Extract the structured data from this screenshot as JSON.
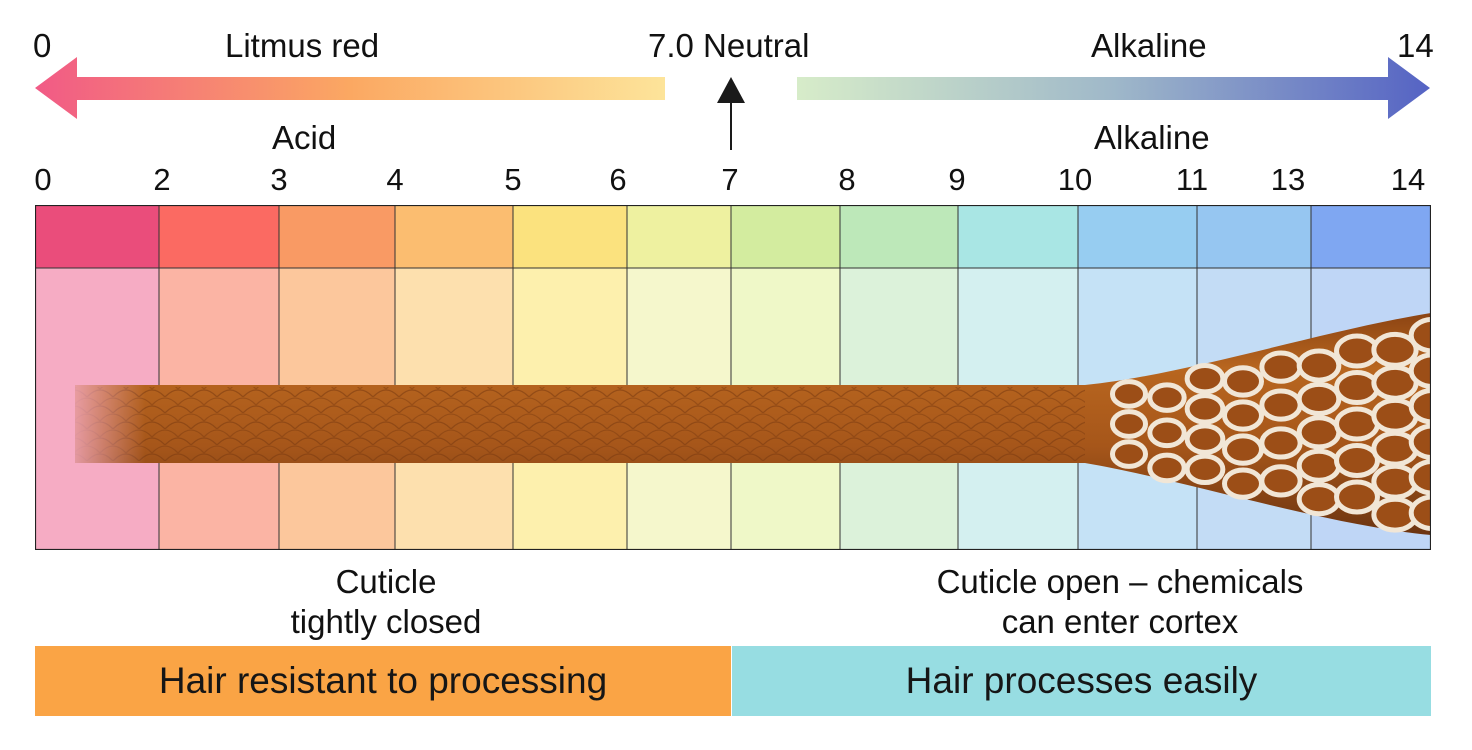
{
  "top_scale": {
    "left_value": "0",
    "left_label": "Litmus red",
    "center_label": "7.0 Neutral",
    "right_label": "Alkaline",
    "right_value": "14"
  },
  "sections": {
    "acid_label": "Acid",
    "alkaline_label": "Alkaline"
  },
  "ph_scale": [
    "0",
    "2",
    "3",
    "4",
    "5",
    "6",
    "7",
    "8",
    "9",
    "10",
    "11",
    "13",
    "14"
  ],
  "cells": [
    {
      "top": "#ea4d7b",
      "bottom": "#f6acc4"
    },
    {
      "top": "#fb6a62",
      "bottom": "#fbb4a4"
    },
    {
      "top": "#f99a64",
      "bottom": "#fcc79c"
    },
    {
      "top": "#fbbd70",
      "bottom": "#fde0ae"
    },
    {
      "top": "#fbe27e",
      "bottom": "#fdf0ad"
    },
    {
      "top": "#eef1a0",
      "bottom": "#f5f7cc"
    },
    {
      "top": "#d3ec9f",
      "bottom": "#eff8c8"
    },
    {
      "top": "#bde8b9",
      "bottom": "#dcf2da"
    },
    {
      "top": "#a9e6e4",
      "bottom": "#d4f0f0"
    },
    {
      "top": "#97cdf1",
      "bottom": "#c5e2f6"
    },
    {
      "top": "#96c6f1",
      "bottom": "#c3dcf5"
    },
    {
      "top": "#7fa7f2",
      "bottom": "#bfd6f6"
    }
  ],
  "captions": {
    "left_line1": "Cuticle",
    "left_line2": "tightly closed",
    "right_line1": "Cuticle open – chemicals",
    "right_line2": "can enter cortex"
  },
  "bottom_bars": {
    "left_label": "Hair resistant to processing",
    "left_color": "#faa445",
    "right_label": "Hair processes easily",
    "right_color": "#97dde2"
  },
  "gradients": {
    "acid_arrow": [
      "#f15a86",
      "#fba862",
      "#fde49a"
    ],
    "alkaline_arrow": [
      "#d7ecc9",
      "#9fb8c9",
      "#5563c4"
    ]
  },
  "hair_color": "#a8571c"
}
